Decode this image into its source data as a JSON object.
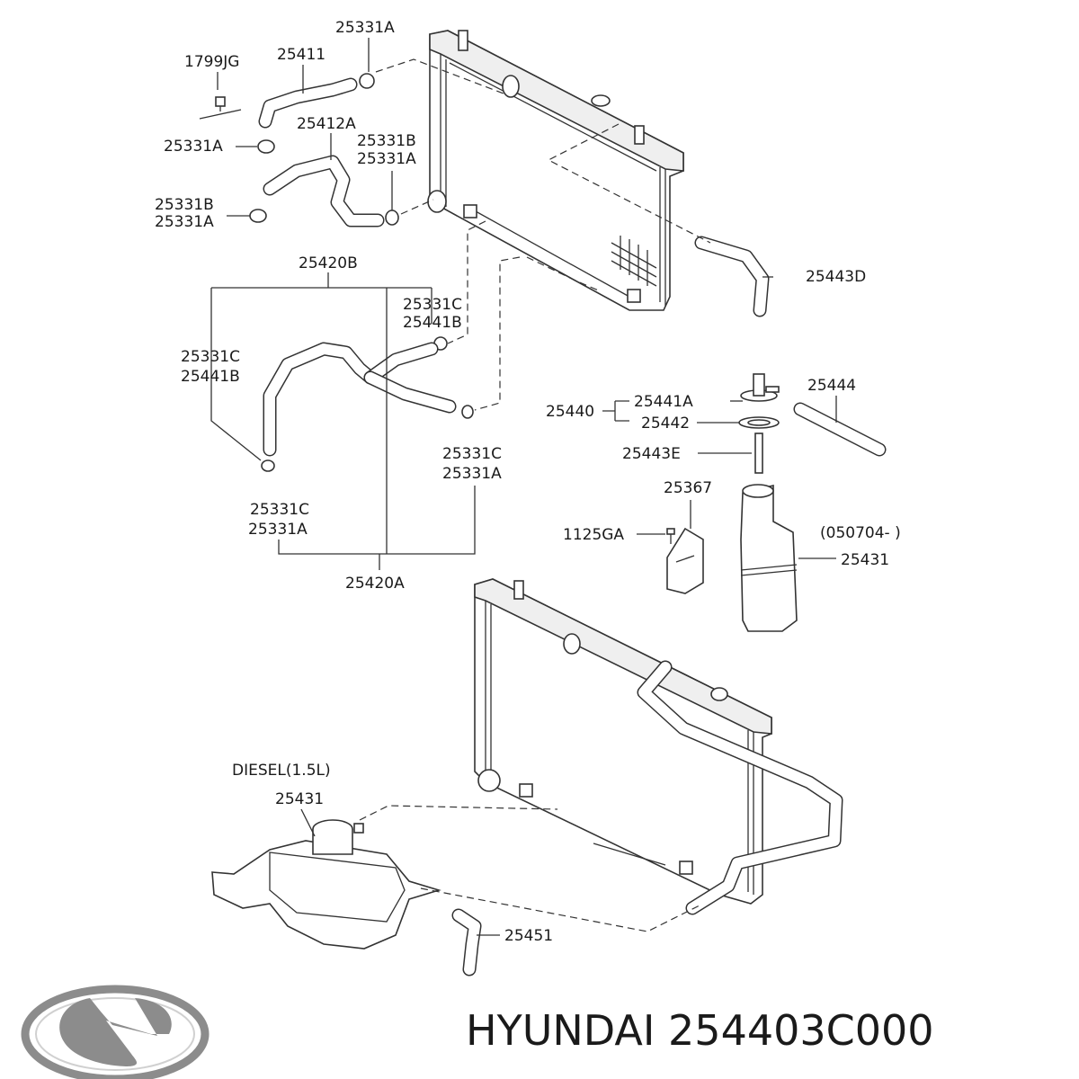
{
  "labels": {
    "l_1799jg": "1799JG",
    "l_25411": "25411",
    "l_25331a_top": "25331A",
    "l_25331a_left": "25331A",
    "l_25412a": "25412A",
    "l_25331b_mid": "25331B",
    "l_25331a_mid": "25331A",
    "l_25331b_left": "25331B",
    "l_25331a_left2": "25331A",
    "l_25420b": "25420B",
    "l_25331c_r": "25331C",
    "l_25441b_r": "25441B",
    "l_25331c_l": "25331C",
    "l_25441b_l": "25441B",
    "l_25443d": "25443D",
    "l_25331c_low": "25331C",
    "l_25331a_low": "25331A",
    "l_25331c_r2": "25331C",
    "l_25331a_r2": "25331A",
    "l_25420a": "25420A",
    "l_25440": "25440",
    "l_25441a": "25441A",
    "l_25442": "25442",
    "l_25444": "25444",
    "l_25443e": "25443E",
    "l_25367": "25367",
    "l_1125ga": "1125GA",
    "l_050704": "(050704- )",
    "l_25431": "25431",
    "l_diesel": "DIESEL(1.5L)",
    "l_25431_d": "25431",
    "l_25451": "25451"
  },
  "caption": "HYUNDAI 254403C000",
  "logo": {
    "name": "hyundai-logo",
    "color": "#8c8c8c"
  },
  "colors": {
    "line": "#333333",
    "text": "#1a1a1a",
    "background": "#ffffff"
  }
}
